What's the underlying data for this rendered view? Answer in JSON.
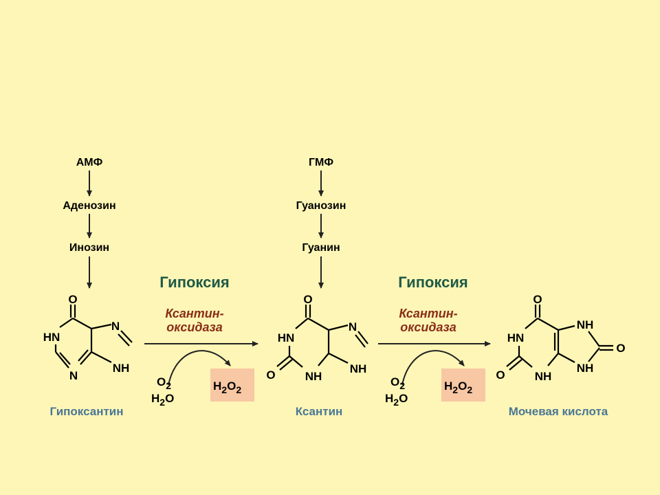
{
  "colors": {
    "background": "#fdf6b6",
    "compound_name": "#4a7696",
    "condition": "#1e5a46",
    "enzyme": "#8a2e18",
    "product_box": "#f8c7a3"
  },
  "precursors_left": [
    "АМФ",
    "Аденозин",
    "Инозин"
  ],
  "precursors_middle": [
    "ГМФ",
    "Гуанозин",
    "Гуанин"
  ],
  "compounds": {
    "left": "Гипоксантин",
    "middle": "Ксантин",
    "right": "Мочевая кислота"
  },
  "reaction1": {
    "condition": "Гипоксия",
    "enzyme_line1": "Ксантин-",
    "enzyme_line2": "оксидаза",
    "substrates": [
      "O2",
      "H2O"
    ],
    "product": "H2O2"
  },
  "reaction2": {
    "condition": "Гипоксия",
    "enzyme_line1": "Ксантин-",
    "enzyme_line2": "оксидаза",
    "substrates": [
      "O2",
      "H2O"
    ],
    "product": "H2O2"
  },
  "atoms": {
    "O": "O",
    "N": "N",
    "HN": "HN",
    "NH": "NH",
    "sub2": "2"
  }
}
